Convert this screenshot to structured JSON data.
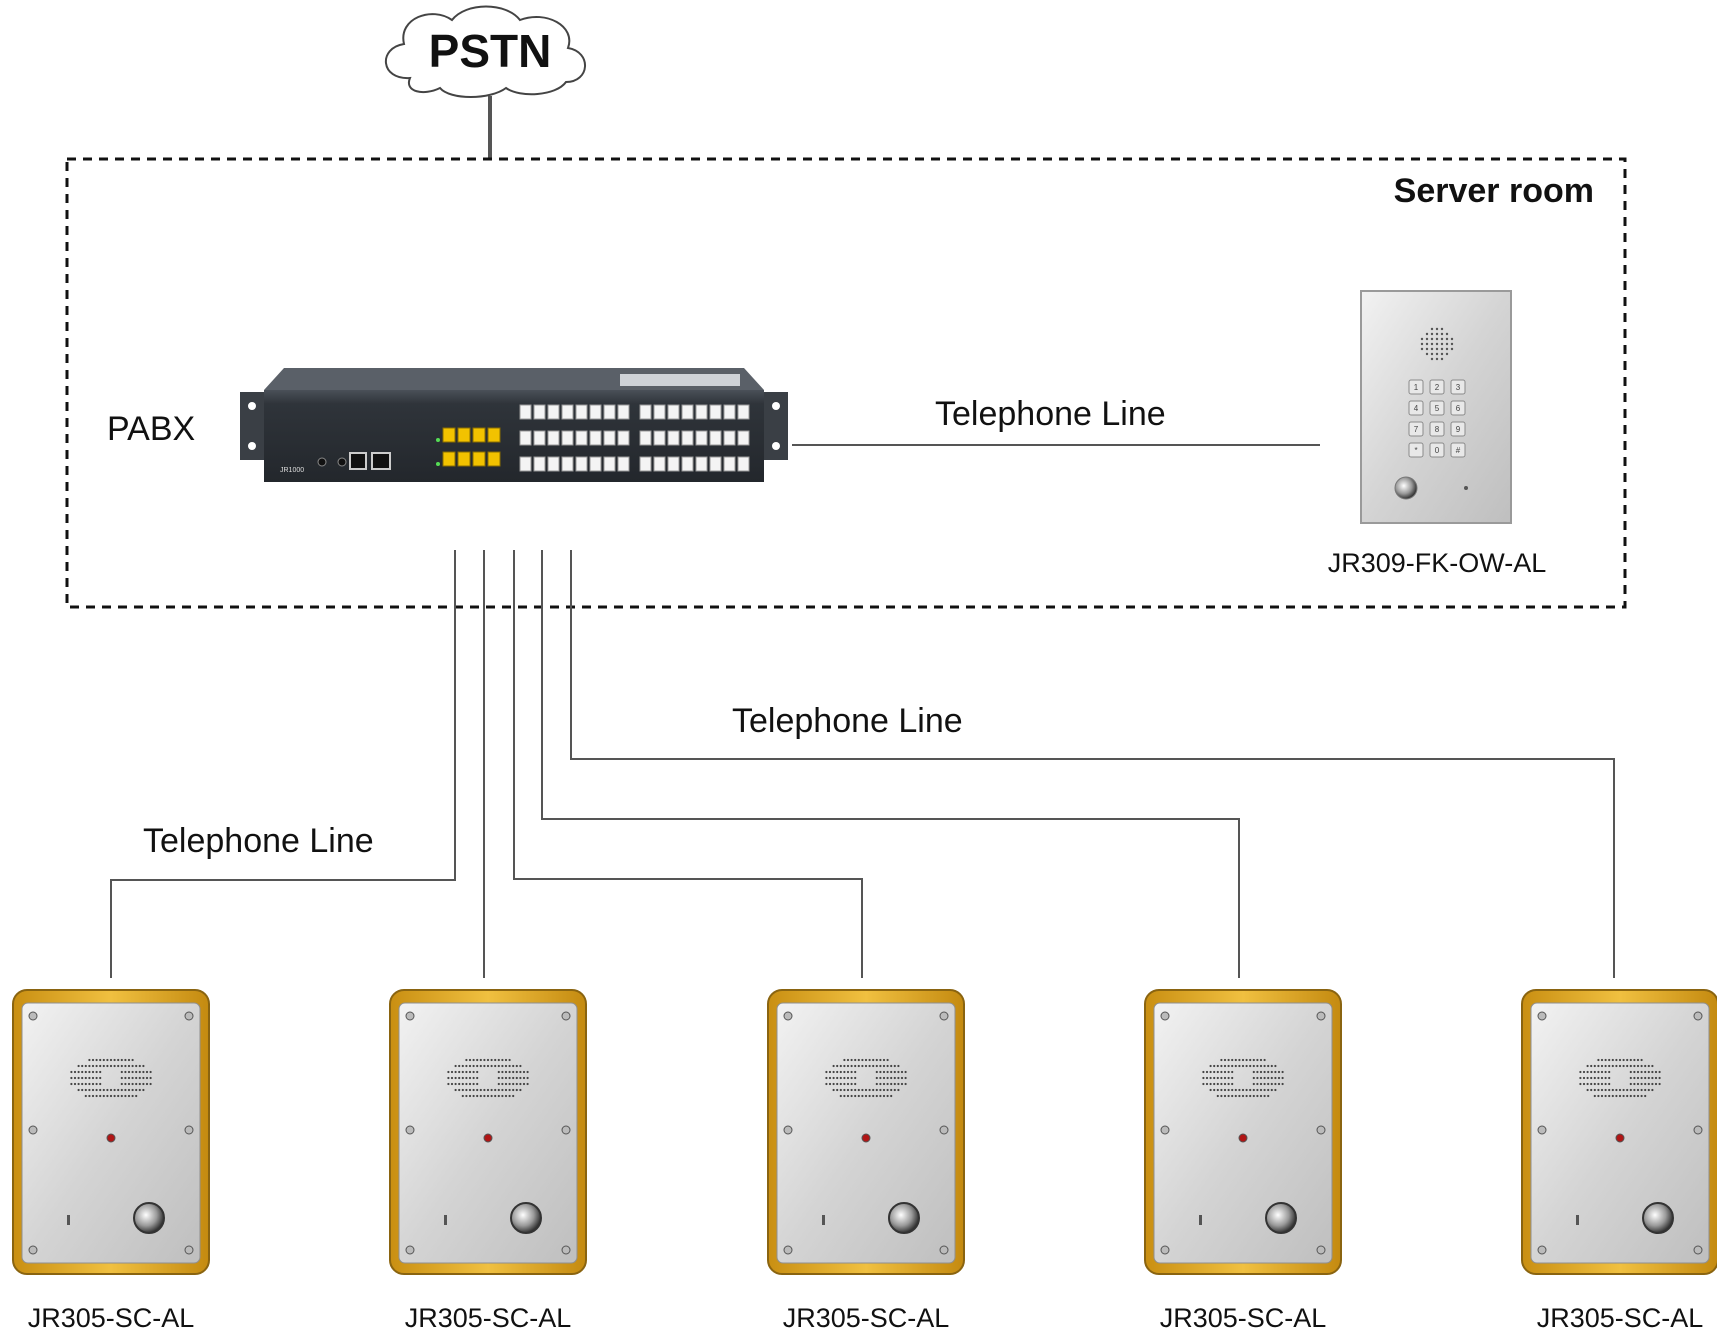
{
  "cloud": {
    "label": "PSTN"
  },
  "server_room": {
    "label": "Server room"
  },
  "pabx": {
    "label": "PABX",
    "model": "JR1000"
  },
  "wall_phone": {
    "label": "JR309-FK-OW-AL",
    "keys": [
      "1",
      "2",
      "3",
      "4",
      "5",
      "6",
      "7",
      "8",
      "9",
      "*",
      "0",
      "#"
    ]
  },
  "connections": {
    "right_line_label": "Telephone Line",
    "mid_line_label": "Telephone Line",
    "left_line_label": "Telephone Line"
  },
  "intercoms": [
    {
      "label": "JR305-SC-AL"
    },
    {
      "label": "JR305-SC-AL"
    },
    {
      "label": "JR305-SC-AL"
    },
    {
      "label": "JR305-SC-AL"
    },
    {
      "label": "JR305-SC-AL"
    }
  ],
  "colors": {
    "line": "#555555",
    "pabx_body": "#2e3338",
    "port_yellow": "#f2c200",
    "panel_steel": "#d9d9d9",
    "frame_gold": "#d9a21c"
  }
}
